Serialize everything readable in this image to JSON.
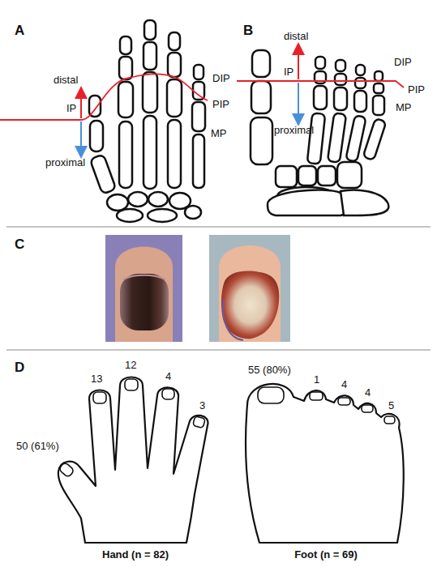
{
  "diagram": {
    "labels": [
      "A",
      "distal",
      "proximal",
      "IP",
      "DIP",
      "PIP",
      "MP",
      "B",
      "distal",
      "proximal",
      "IP",
      "DIP",
      "PIP",
      "MP",
      "C",
      "D",
      "50 (61%)",
      "13",
      "12",
      "4",
      "3",
      "55 (80%)",
      "1",
      "4",
      "4",
      "5",
      "Hand (n = 82)",
      "Foot (n = 69)"
    ]
  }
}
